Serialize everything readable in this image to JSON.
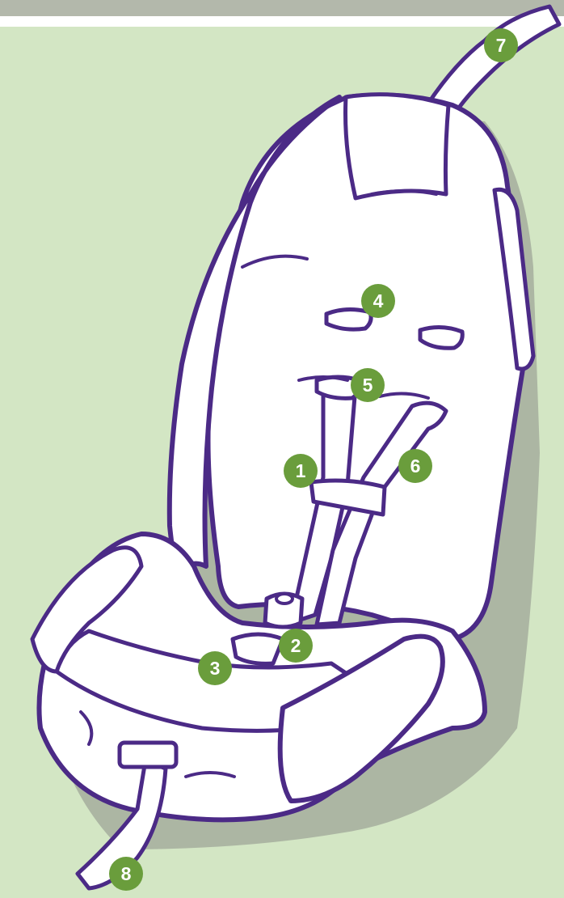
{
  "colors": {
    "background": "#d3e6c4",
    "outline": "#4b2a86",
    "seat_fill": "#ffffff",
    "shadow": "#a7b0a0",
    "callout": "#6a9d3c",
    "topbar": "#b3b8ab"
  },
  "callouts": [
    {
      "id": "1",
      "label": "1"
    },
    {
      "id": "2",
      "label": "2"
    },
    {
      "id": "3",
      "label": "3"
    },
    {
      "id": "4",
      "label": "4"
    },
    {
      "id": "5",
      "label": "5"
    },
    {
      "id": "6",
      "label": "6"
    },
    {
      "id": "7",
      "label": "7"
    },
    {
      "id": "8",
      "label": "8"
    }
  ]
}
